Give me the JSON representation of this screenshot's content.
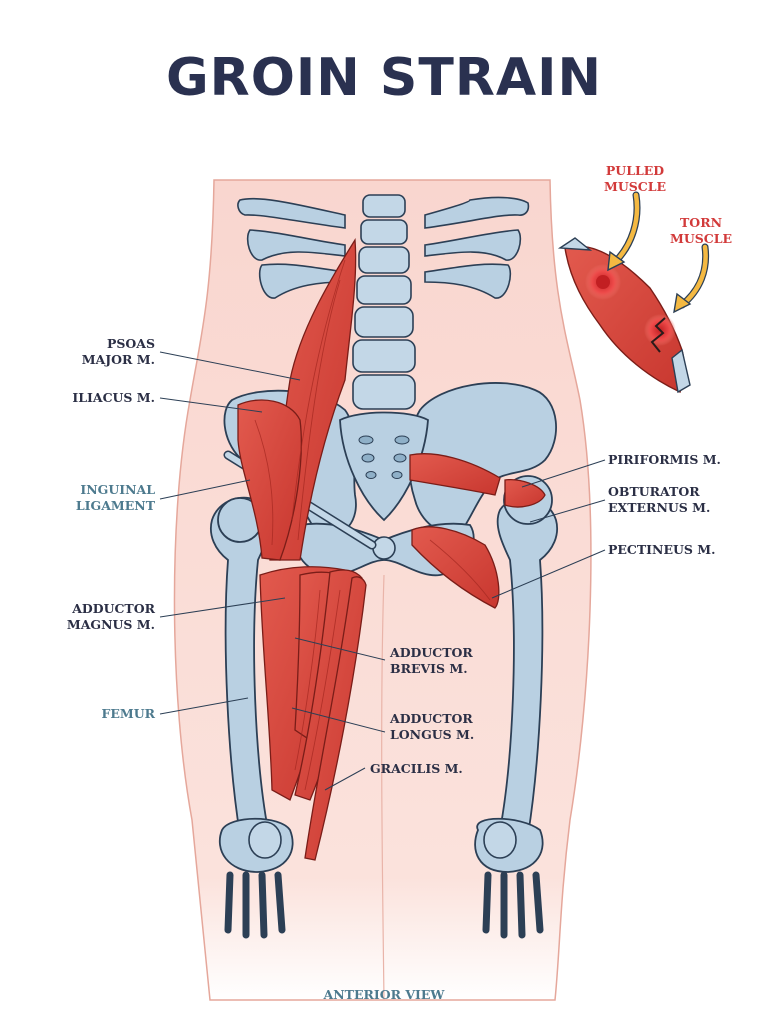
{
  "title": "GROIN STRAIN",
  "inset": {
    "pulled": [
      "PULLED",
      "MUSCLE"
    ],
    "torn": [
      "TORN",
      "MUSCLE"
    ]
  },
  "labels": {
    "psoas": [
      "PSOAS",
      "MAJOR M."
    ],
    "iliacus": [
      "ILIACUS M."
    ],
    "inguinal": [
      "INGUINAL",
      "LIGAMENT"
    ],
    "adductor_magnus": [
      "ADDUCTOR",
      "MAGNUS M."
    ],
    "femur": [
      "FEMUR"
    ],
    "piriformis": [
      "PIRIFORMIS M."
    ],
    "obturator": [
      "OBTURATOR",
      "EXTERNUS M."
    ],
    "pectineus": [
      "PECTINEUS M."
    ],
    "adductor_brevis": [
      "ADDUCTOR",
      "BREVIS M."
    ],
    "adductor_longus": [
      "ADDUCTOR",
      "LONGUS M."
    ],
    "gracilis": [
      "GRACILIS M."
    ]
  },
  "footer": "ANTERIOR VIEW",
  "colors": {
    "skin": "#f9d9d2",
    "bone": "#b9d0e2",
    "bone_outline": "#2c3f55",
    "muscle": "#d9493f",
    "text_dark": "#2b2f45",
    "text_teal": "#4d7a8e",
    "text_red": "#d23a3a",
    "arrow": "#f4b942"
  }
}
